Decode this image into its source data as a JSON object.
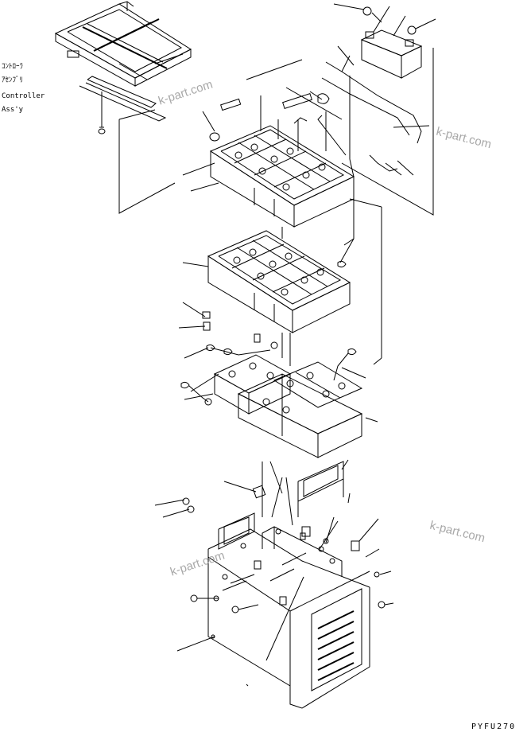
{
  "caption": {
    "jp_line1": "ｺﾝﾄﾛｰﾗ",
    "jp_line2": "ｱｾﾝﾌﾞﾘ",
    "en_line1": "Controller",
    "en_line2": "Ass'y"
  },
  "watermarks": [
    "k-part.com",
    "k-part.com",
    "k-part.com",
    "k-part.com"
  ],
  "drawing_code": "PYFU270"
}
